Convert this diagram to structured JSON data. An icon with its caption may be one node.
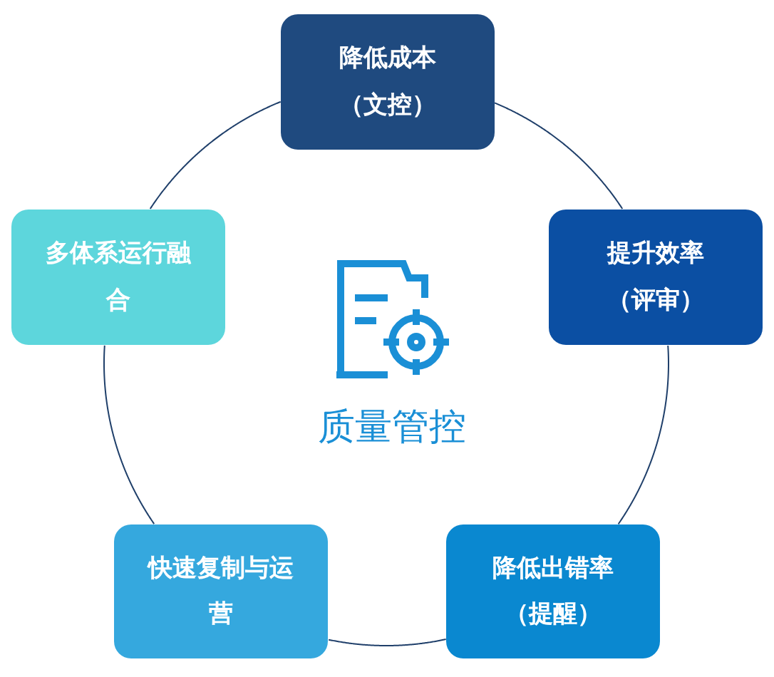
{
  "diagram": {
    "nodes": [
      {
        "text": [
          "质量管控"
        ]
      },
      {
        "text": [
          "降低成本",
          "（文控）"
        ]
      },
      {
        "text": [
          "提升效率",
          "（评审）"
        ]
      },
      {
        "text": [
          "降低出错率",
          "（提醒）"
        ]
      },
      {
        "text": [
          "快速复制与运营"
        ]
      },
      {
        "text": [
          "多体系运行融合"
        ]
      }
    ],
    "edges": [
      {
        "from": 1,
        "to": 2,
        "arrow": "none"
      },
      {
        "from": 2,
        "to": 3,
        "arrow": "none"
      },
      {
        "from": 3,
        "to": 4,
        "arrow": "none"
      },
      {
        "from": 4,
        "to": 5,
        "arrow": "none"
      },
      {
        "from": 5,
        "to": 1,
        "arrow": "none"
      }
    ]
  }
}
